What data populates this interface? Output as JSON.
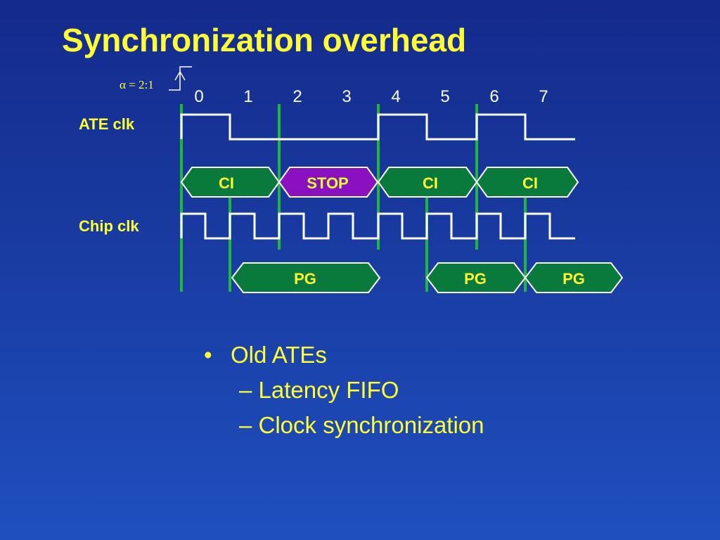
{
  "title": "Synchronization overhead",
  "ratio_label": "α = 2:1",
  "cycle_numbers": [
    "0",
    "1",
    "2",
    "3",
    "4",
    "5",
    "6",
    "7"
  ],
  "signals": {
    "ate_clk": "ATE clk",
    "chip_clk": "Chip clk"
  },
  "ate_commands": [
    "CI",
    "STOP",
    "CI",
    "CI"
  ],
  "chip_commands": [
    "PG",
    "PG",
    "PG"
  ],
  "bullets": {
    "main": "Old ATEs",
    "sub": [
      "– Latency FIFO",
      "– Clock synchronization"
    ]
  },
  "colors": {
    "title": "#ffff33",
    "background": "#1a3fa6",
    "command_box": "#0a7a3c",
    "stop_box": "#8a10c0",
    "sync_line": "#1fb83a",
    "waveform": "#ffffff"
  }
}
